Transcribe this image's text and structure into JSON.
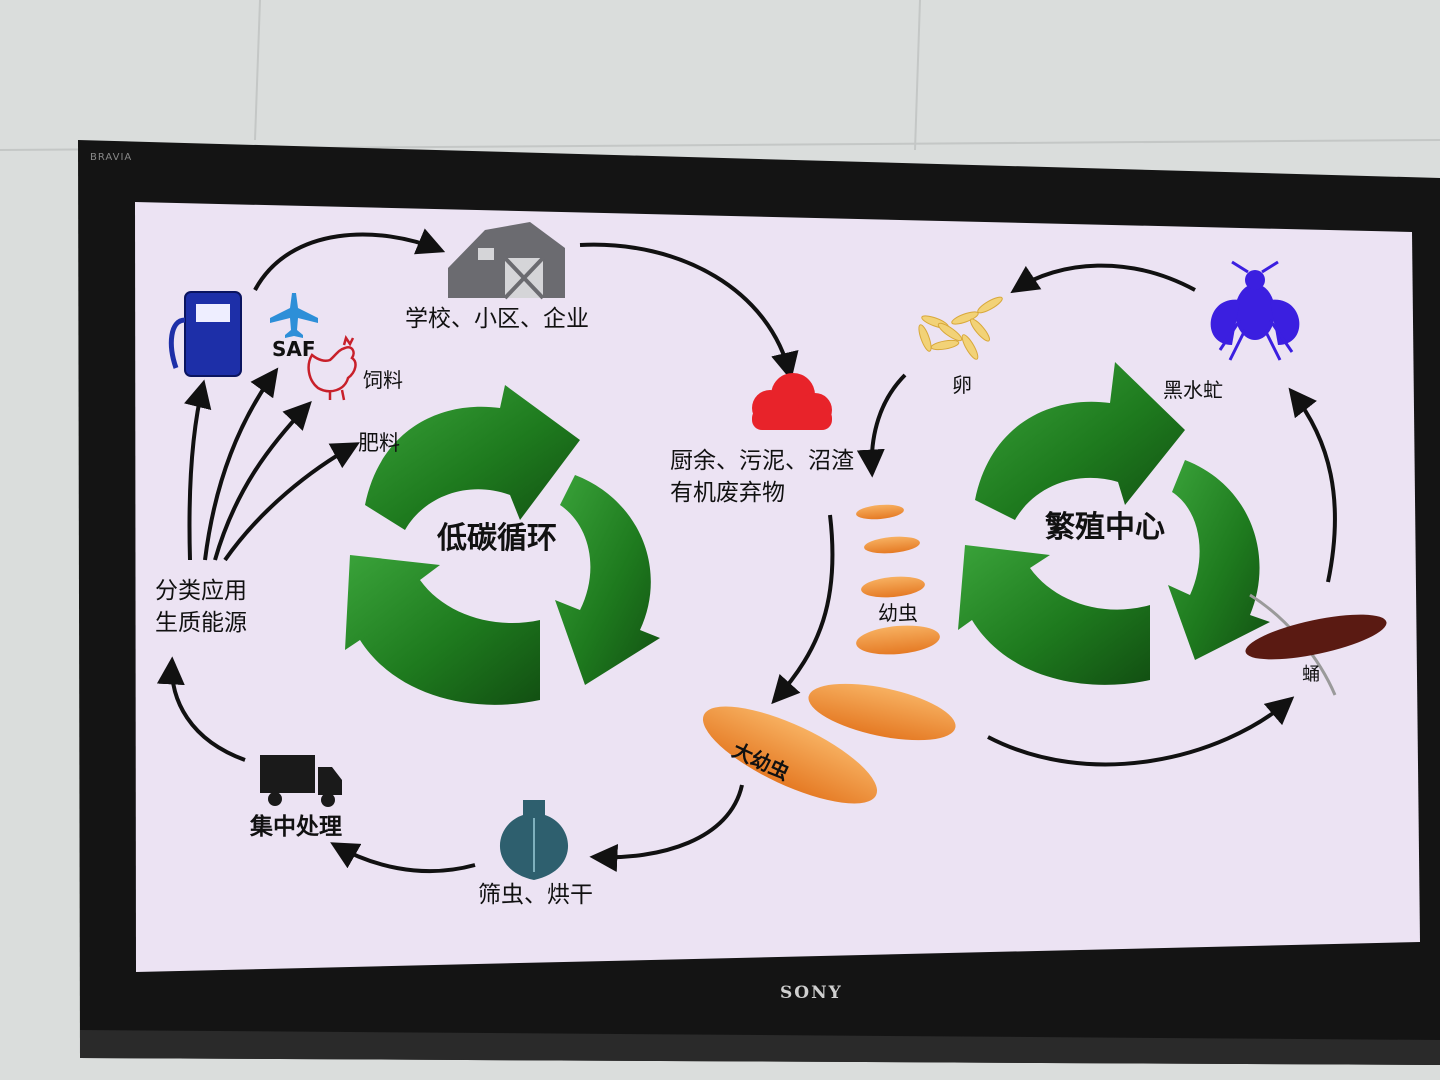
{
  "tv": {
    "brand": "SONY",
    "model": "BRAVIA"
  },
  "diagram": {
    "left_cycle": {
      "center_label": "低碳循环",
      "recycle_color": "#1f7a1f",
      "nodes": {
        "buildings": "学校、小区、企业",
        "waste": "厨余、污泥、沼渣\n有机废弃物",
        "screening": "筛虫、烘干",
        "processing": "集中处理",
        "application": "分类应用\n生质能源",
        "saf": "SAF",
        "feed": "饲料",
        "fertilizer": "肥料"
      }
    },
    "right_cycle": {
      "center_label": "繁殖中心",
      "nodes": {
        "egg": "卵",
        "fly": "黑水虻",
        "larvae": "幼虫",
        "big_larvae": "大幼虫",
        "pupa": "蛹"
      }
    },
    "colors": {
      "screen_bg": "#ece3f3",
      "arrow": "#111111",
      "fuel_pump": "#1d2fa8",
      "airplane": "#2d8fd8",
      "rooster": "#c8202a",
      "barn": "#6b6b70",
      "cloud": "#e8232a",
      "flask": "#2e5f6e",
      "truck": "#1a1a1a",
      "fly": "#3b1fe0",
      "larva": "#f0913a",
      "pupa": "#5a1a12",
      "egg": "#f2d277"
    }
  }
}
